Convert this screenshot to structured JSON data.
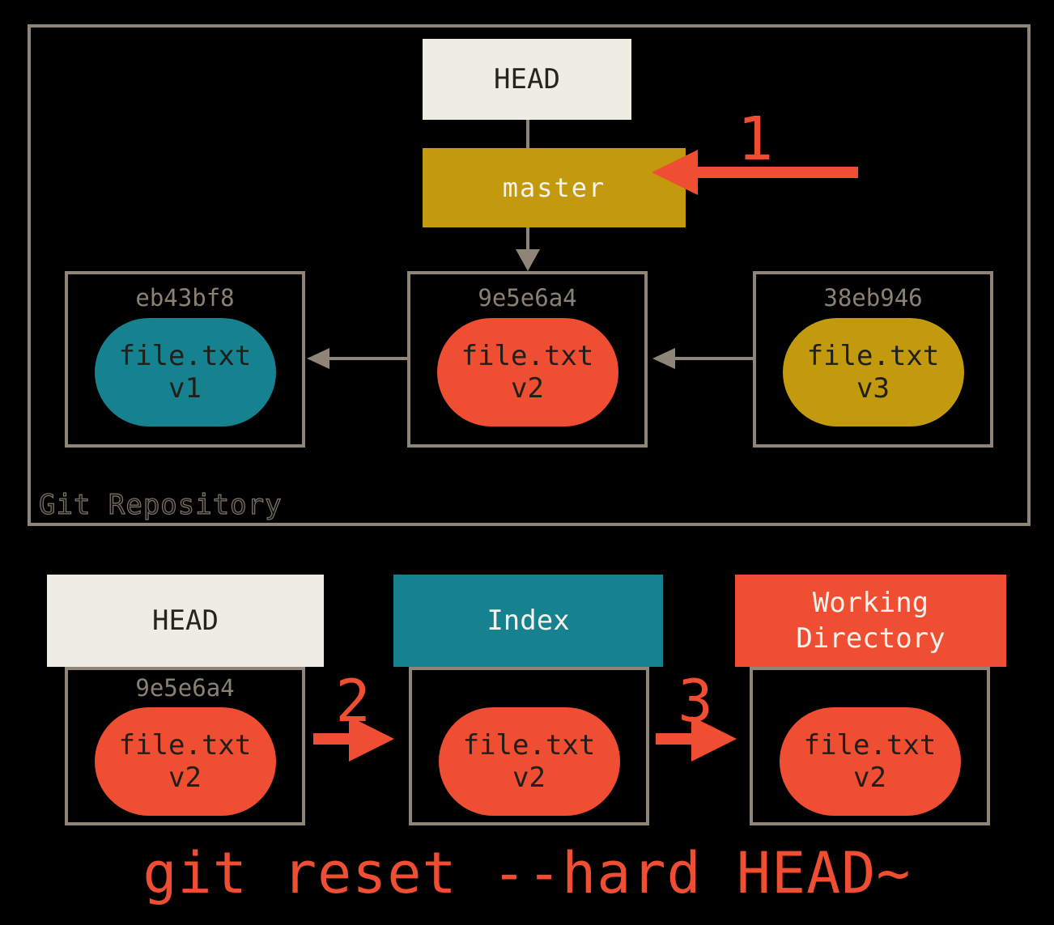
{
  "colors": {
    "background": "#000000",
    "border": "#8e8477",
    "cream": "#eeede4",
    "gold": "#c3990d",
    "teal": "#17828f",
    "red": "#f04e32",
    "hash-gray": "#8a8174",
    "dark-text": "#26241e",
    "light-text": "#f3f2ec"
  },
  "repository": {
    "label": "Git Repository",
    "head_ref": {
      "label": "HEAD"
    },
    "branch_ref": {
      "label": "master"
    },
    "commits": [
      {
        "hash": "eb43bf8",
        "file": "file.txt",
        "version": "v1"
      },
      {
        "hash": "9e5e6a4",
        "file": "file.txt",
        "version": "v2"
      },
      {
        "hash": "38eb946",
        "file": "file.txt",
        "version": "v3"
      }
    ]
  },
  "annotations": {
    "step1": "1",
    "step2": "2",
    "step3": "3"
  },
  "trees": [
    {
      "title": "HEAD",
      "hash": "9e5e6a4",
      "file": "file.txt",
      "version": "v2"
    },
    {
      "title": "Index",
      "file": "file.txt",
      "version": "v2"
    },
    {
      "title": "Working Directory",
      "file": "file.txt",
      "version": "v2"
    }
  ],
  "caption": "git reset --hard HEAD~"
}
